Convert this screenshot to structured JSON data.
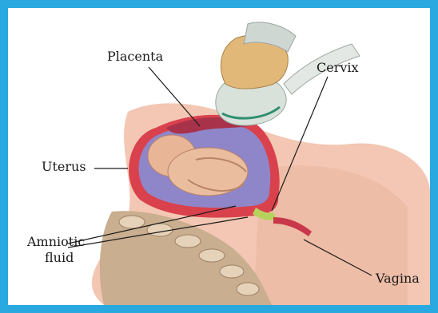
{
  "labels": {
    "placenta": "Placenta",
    "cervix": "Cervix",
    "uterus": "Uterus",
    "amniotic_line1": "Amniotic",
    "amniotic_line2": "fluid",
    "vagina": "Vagina"
  },
  "colors": {
    "frame": "#29a9df",
    "skin": "#f3c7b3",
    "uterus_wall": "#d9414d",
    "amniotic": "#8f86c9",
    "fetus": "#e8b596",
    "placenta": "#a8324a",
    "bone": "#c9ae90",
    "hand": "#e2b878",
    "probe": "#d8e2da"
  }
}
